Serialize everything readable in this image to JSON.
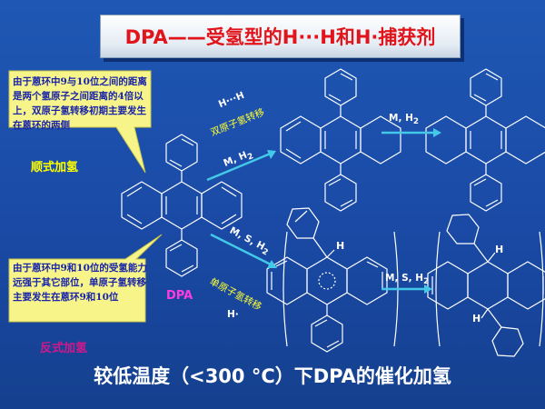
{
  "title": "DPA——受氢型的H···H和H·捕获剂",
  "cis_note": {
    "text": "由于蒽环中9与10位之间的距离是两个氢原子之间距离的4倍以上，双原子氢转移初期主要发生在蒽环的两侧",
    "label": "顺式加氢"
  },
  "trans_note": {
    "text": "由于蒽环中9和10位的受氢能力远强于其它部位，单原子氢转移主要发生在蒽环9和10位",
    "label": "反式加氢"
  },
  "reactant_label": "DPA",
  "upper_path": {
    "step1_top": "H···H",
    "step1_desc": "双原子氢转移",
    "step1_cond": "M, H",
    "step1_cond_sub": "2",
    "step2_cond": "M, H",
    "step2_cond_sub": "2"
  },
  "lower_path": {
    "step1_cond": "M, S, H",
    "step1_cond_sub": "2",
    "step1_desc": "单原子氢转移",
    "step1_species": "H·",
    "step2_cond": "M, S, H",
    "step2_cond_sub": "2",
    "atom_h": "H"
  },
  "caption": "较低温度（<300 °C）下DPA的催化加氢",
  "colors": {
    "title_text": "#e0141a",
    "note_fill": "#f7f58a",
    "note_text": "#1a24a8",
    "cis_label": "#ffff00",
    "trans_label": "#d0188a",
    "arrow": "#44c8e8",
    "dpa_label": "#ff3adf"
  }
}
